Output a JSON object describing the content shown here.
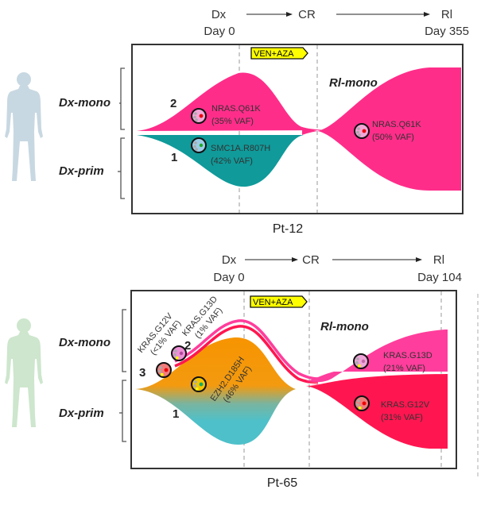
{
  "colors": {
    "mono_pink": "#ff2d8a",
    "teal": "#109a9a",
    "orange": "#f79400",
    "light_teal": "#4ec0c9",
    "g13d_pink": "#ff3d9c",
    "g12v_red": "#ff1650",
    "treatment_yellow": "#ffff00",
    "human_blue": "#c8d8e2",
    "human_green": "#cde6cd"
  },
  "panels": [
    {
      "id": "pt-12",
      "title": "Pt-12",
      "timeline": {
        "start": "Dx",
        "mid": "CR",
        "end": "Rl",
        "start_day": "Day 0",
        "end_day": "Day 355"
      },
      "treatment": "VEN+AZA",
      "left_labels": {
        "top": "Dx-mono",
        "bottom": "Dx-prim"
      },
      "relapse_label": "Rl-mono",
      "clones": [
        {
          "number": "2",
          "mutation": "NRAS.Q61K",
          "vaf": "(35% VAF)"
        },
        {
          "number": "1",
          "mutation": "SMC1A.R807H",
          "vaf": "(42% VAF)"
        }
      ],
      "relapse_clones": [
        {
          "mutation": "NRAS.Q61K",
          "vaf": "(50% VAF)"
        }
      ]
    },
    {
      "id": "pt-65",
      "title": "Pt-65",
      "timeline": {
        "start": "Dx",
        "mid": "CR",
        "end": "Rl",
        "start_day": "Day 0",
        "end_day": "Day 104"
      },
      "treatment": "VEN+AZA",
      "left_labels": {
        "top": "Dx-mono",
        "bottom": "Dx-prim"
      },
      "relapse_label": "Rl-mono",
      "clones": [
        {
          "number": "3",
          "mutation": "KRAS.G12V",
          "vaf": "(<1% VAF)"
        },
        {
          "number": "2",
          "mutation": "KRAS.G13D",
          "vaf": "(1% VAF)"
        },
        {
          "number": "1",
          "mutation": "EZH2.D185H",
          "vaf": "(46% VAF)"
        }
      ],
      "relapse_clones": [
        {
          "mutation": "KRAS.G13D",
          "vaf": "(21% VAF)"
        },
        {
          "mutation": "KRAS.G12V",
          "vaf": "(31% VAF)"
        }
      ]
    }
  ]
}
